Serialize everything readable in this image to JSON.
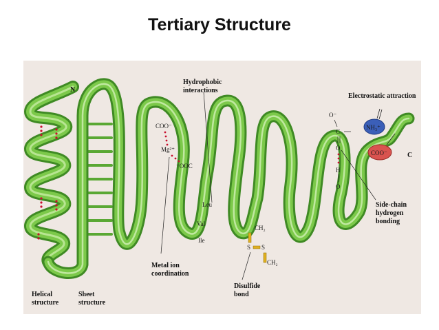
{
  "title": "Tertiary Structure",
  "colors": {
    "ribbon": "#6fbf3f",
    "ribbon_dark": "#3f8a24",
    "ribbon_light": "#a9dc7d",
    "hbond_dots": "#c8102e",
    "ammonium": "#3b5fb8",
    "carboxylate": "#d9534f"
  },
  "figure": {
    "terminal_n": "N",
    "terminal_c": "C",
    "labels": {
      "helical": "Helical\nstructure",
      "sheet": "Sheet\nstructure",
      "hydrophobic": "Hydrophobic\ninteractions",
      "electrostatic": "Electrostatic attraction",
      "metal": "Metal ion\ncoordination",
      "disulfide": "Disulfide\nbond",
      "sidechain": "Side-chain\nhydrogen\nbonding"
    },
    "residues": {
      "leu": "Leu",
      "val": "Val",
      "ile": "Ile"
    },
    "chem": {
      "coo_minus": "COO⁻",
      "mg": "Mg²⁺",
      "ooc": "⁻OOC",
      "ch2_top": "CH₂",
      "s1": "S",
      "s2": "S",
      "ch2_bot": "CH₂",
      "o_minus": "O⁻",
      "c": "C",
      "o": "O",
      "h": "H",
      "o2": "O",
      "nh3": "NH₃⁺",
      "coo_ion": "COO⁻"
    }
  }
}
